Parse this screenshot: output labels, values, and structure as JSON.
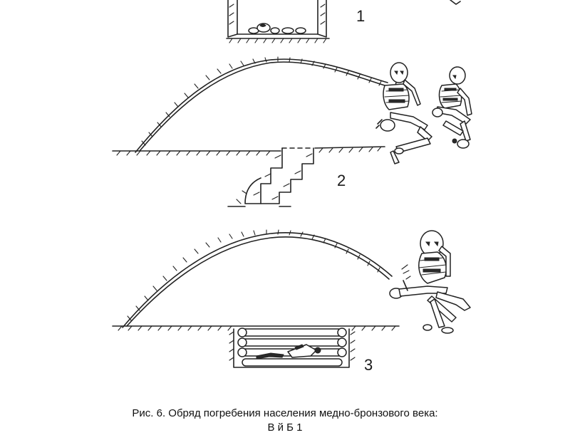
{
  "figure": {
    "labels": [
      "1",
      "2",
      "3"
    ],
    "caption_line1": "Рис. 6. Обряд погребения населения медно-бронзового века:",
    "caption_line2": "В      й Б        1"
  }
}
